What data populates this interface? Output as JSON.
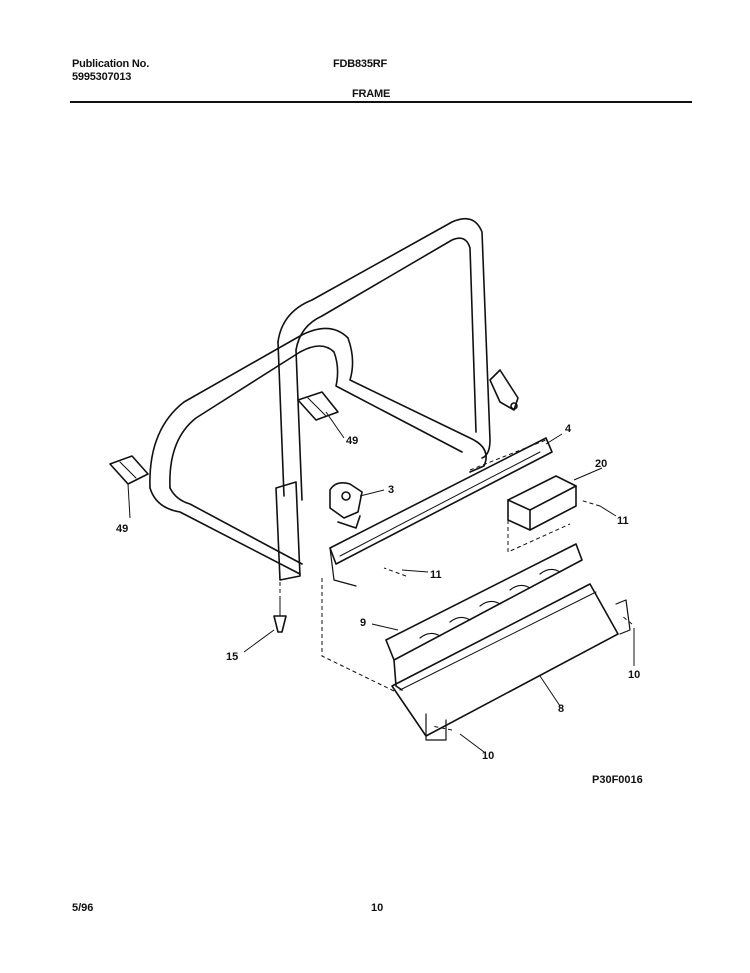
{
  "header": {
    "publication_label": "Publication No.",
    "publication_number": "5995307013",
    "model": "FDB835RF",
    "section_title": "FRAME"
  },
  "diagram": {
    "callouts": {
      "c4": "4",
      "c20": "20",
      "c3": "3",
      "c11a": "11",
      "c11b": "11",
      "c49a": "49",
      "c49b": "49",
      "c9": "9",
      "c15": "15",
      "c10a": "10",
      "c10b": "10",
      "c8": "8"
    },
    "figure_id": "P30F0016"
  },
  "footer": {
    "date": "5/96",
    "page_number": "10"
  }
}
